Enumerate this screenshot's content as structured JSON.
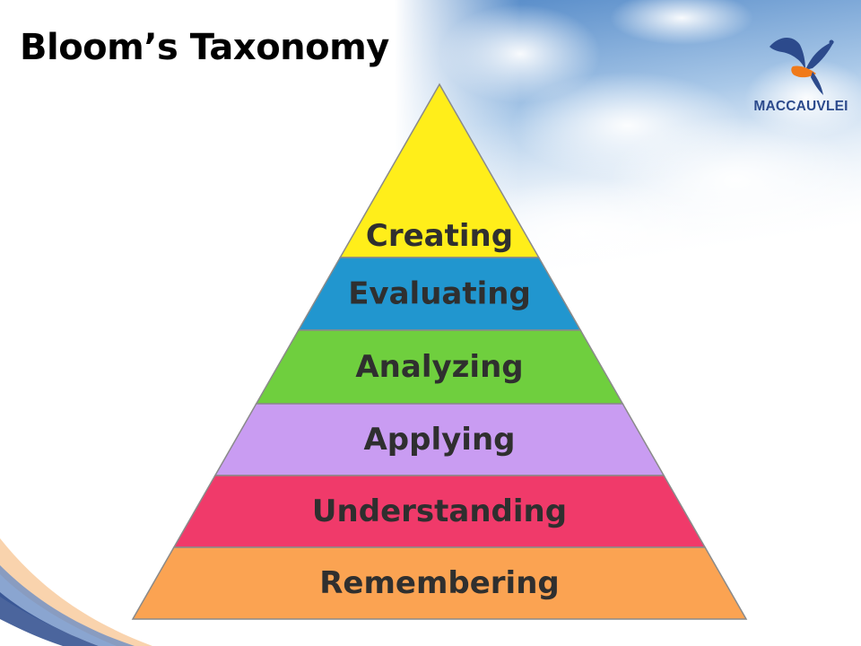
{
  "slide": {
    "title": "Bloom’s Taxonomy"
  },
  "logo": {
    "text": "MACCAUVLEI",
    "icon": "flying-bird-icon",
    "color": "#2c4a8c",
    "accent": "#f07a1a"
  },
  "pyramid": {
    "levels": [
      {
        "label": "Creating",
        "color": "#ffee1a"
      },
      {
        "label": "Evaluating",
        "color": "#2196cf"
      },
      {
        "label": "Analyzing",
        "color": "#6fcf3e"
      },
      {
        "label": "Applying",
        "color": "#c99cf2"
      },
      {
        "label": "Understanding",
        "color": "#f03a6a"
      },
      {
        "label": "Remembering",
        "color": "#fba352"
      }
    ]
  }
}
